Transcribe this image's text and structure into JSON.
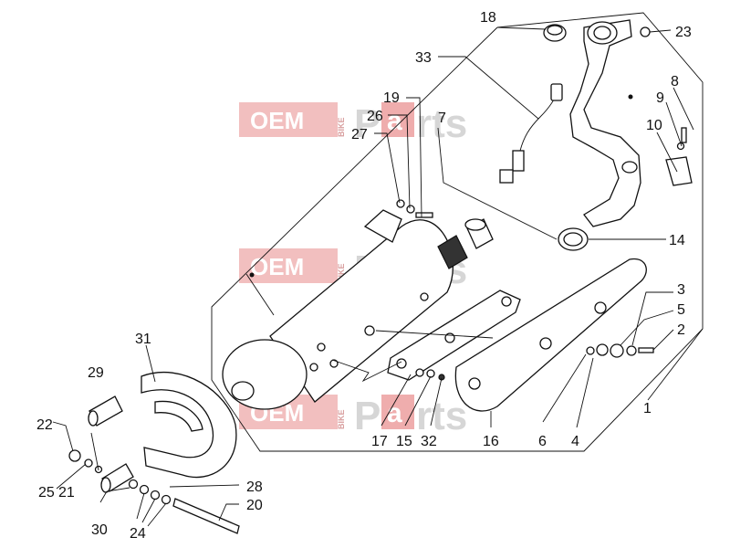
{
  "watermark": {
    "oem": "OEM",
    "bike": "BIKE",
    "parts_p": "P",
    "parts_a": "a",
    "parts_rest": "rts"
  },
  "callouts": {
    "c1": "1",
    "c2": "2",
    "c3": "3",
    "c4": "4",
    "c5": "5",
    "c6": "6",
    "c7": "7",
    "c8": "8",
    "c9": "9",
    "c10": "10",
    "c14": "14",
    "c15": "15",
    "c16": "16",
    "c17": "17",
    "c18": "18",
    "c19": "19",
    "c20": "20",
    "c21": "21",
    "c22": "22",
    "c23": "23",
    "c24": "24",
    "c25": "25",
    "c26": "26",
    "c27": "27",
    "c28": "28",
    "c29": "29",
    "c30": "30",
    "c31": "31",
    "c32": "32",
    "c33": "33"
  }
}
